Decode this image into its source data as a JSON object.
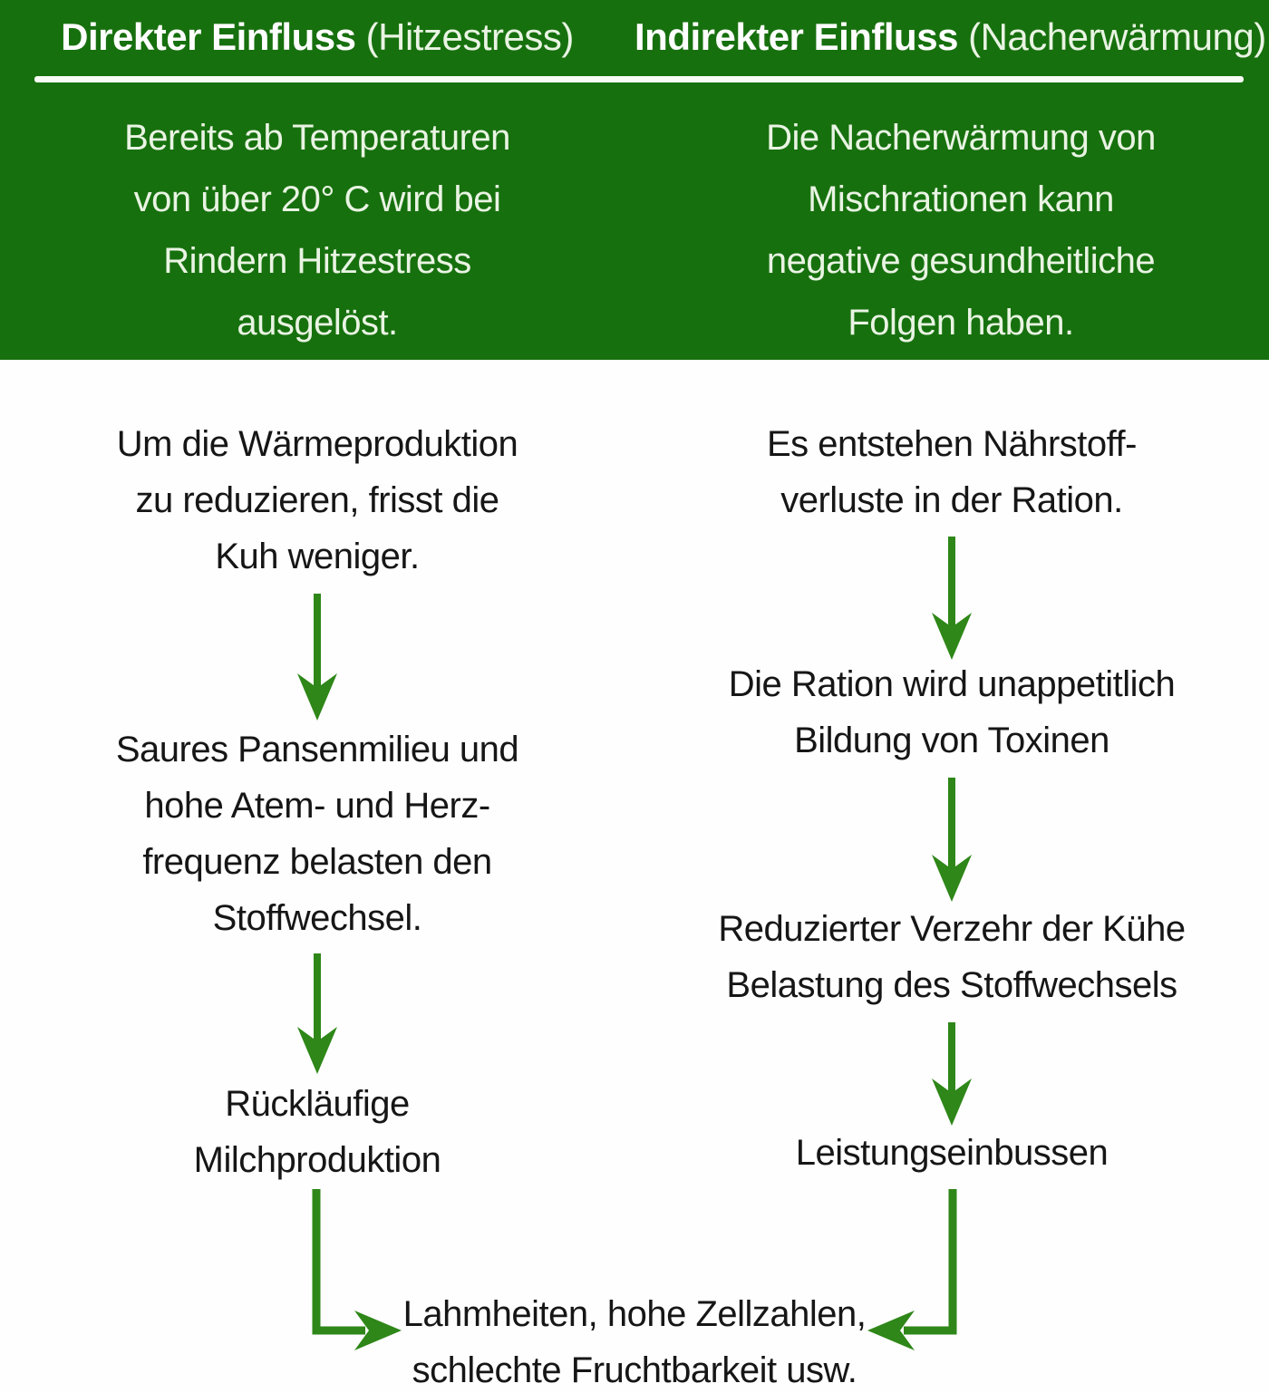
{
  "colors": {
    "header_bg": "#17700e",
    "header_text": "#ffffff",
    "header_subtext": "#e9f4e3",
    "divider": "#f8fcf5",
    "body_bg": "#fefefe",
    "text": "#161616",
    "arrow": "#2e8718"
  },
  "columns": {
    "left": {
      "heading_bold": "Direkter Einfluss",
      "heading_normal": "(Hitzestress)",
      "intro": "Bereits ab Temperaturen\nvon über 20° C wird bei\nRindern Hitzestress\nausgelöst.",
      "steps": [
        "Um die Wärmeproduktion\nzu reduzieren, frisst die\nKuh weniger.",
        "Saures Pansenmilieu und\nhohe Atem- und Herz-\nfrequenz belasten den\nStoffwechsel.",
        "Rückläufige\nMilchproduktion"
      ]
    },
    "right": {
      "heading_bold": "Indirekter Einfluss",
      "heading_normal": "(Nacherwärmung)",
      "intro": "Die Nacherwärmung von\nMischrationen kann\nnegative gesundheitliche\nFolgen haben.",
      "steps": [
        "Es entstehen Nährstoff-\nverluste in der Ration.",
        "Die Ration wird unappetitlich\nBildung von Toxinen",
        "Reduzierter Verzehr der Kühe\nBelastung des Stoffwechsels",
        "Leistungseinbussen"
      ]
    }
  },
  "outcome": "Lahmheiten, hohe Zellzahlen,\nschlechte Fruchtbarkeit usw."
}
